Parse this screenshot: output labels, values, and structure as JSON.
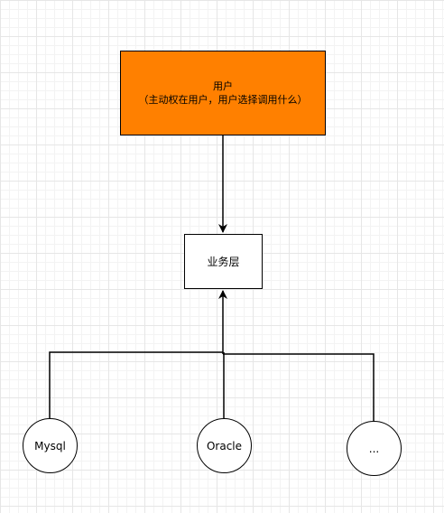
{
  "nodes": {
    "user": {
      "title": "用户",
      "subtitle": "（主动权在用户，用户选择调用什么）",
      "fill": "#ff8000"
    },
    "business_layer": {
      "label": "业务层"
    },
    "mysql": {
      "label": "Mysql"
    },
    "oracle": {
      "label": "Oracle"
    },
    "more": {
      "label": "..."
    }
  },
  "edges": [
    {
      "from": "user",
      "to": "business_layer",
      "style": "arrow"
    },
    {
      "from": "mysql",
      "to": "business_layer",
      "style": "arrow"
    },
    {
      "from": "oracle",
      "to": "business_layer",
      "style": "arrow"
    },
    {
      "from": "more",
      "to": "business_layer",
      "style": "arrow"
    }
  ],
  "colors": {
    "stroke": "#000000",
    "user_fill": "#ff8000",
    "canvas": "#ffffff",
    "grid": "#e6e6e6"
  }
}
